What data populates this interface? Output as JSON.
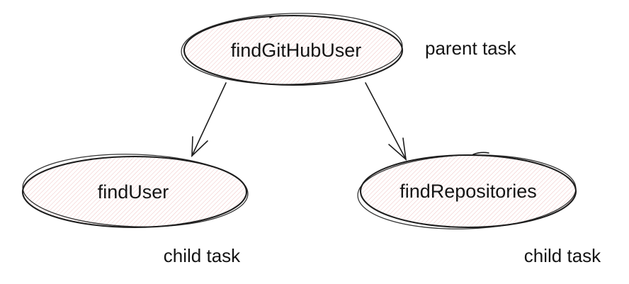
{
  "diagram": {
    "type": "task-hierarchy",
    "colors": {
      "background": "#ffffff",
      "outline": "#1d1d1d",
      "hatch_fill": "#efbcbc",
      "text": "#141414"
    },
    "nodes": [
      {
        "id": "findGitHubUser",
        "label": "findGitHubUser",
        "role": "parent task"
      },
      {
        "id": "findUser",
        "label": "findUser",
        "role": "child task"
      },
      {
        "id": "findRepositories",
        "label": "findRepositories",
        "role": "child task"
      }
    ],
    "annotations": [
      {
        "text": "parent task",
        "for": "findGitHubUser"
      },
      {
        "text": "child task",
        "for": "findUser"
      },
      {
        "text": "child task",
        "for": "findRepositories"
      }
    ],
    "edges": [
      {
        "from": "findGitHubUser",
        "to": "findUser"
      },
      {
        "from": "findGitHubUser",
        "to": "findRepositories"
      }
    ]
  }
}
